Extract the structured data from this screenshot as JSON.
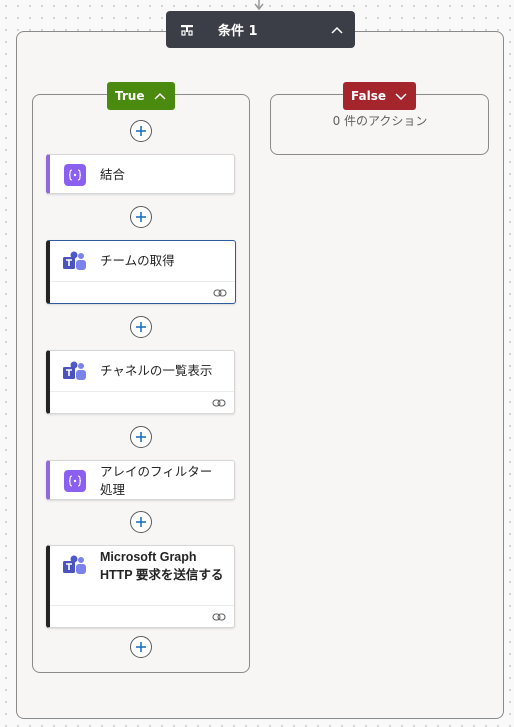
{
  "condition": {
    "title": "条件 1"
  },
  "true_branch": {
    "label": "True",
    "actions": [
      {
        "title": "結合",
        "connector": "data-operation"
      },
      {
        "title": "チームの取得",
        "connector": "teams"
      },
      {
        "title": "チャネルの一覧表示",
        "connector": "teams"
      },
      {
        "title": "アレイのフィルター処理",
        "connector": "data-operation"
      },
      {
        "title": "Microsoft Graph HTTP 要求を送信する",
        "connector": "teams"
      }
    ]
  },
  "false_branch": {
    "label": "False",
    "empty_text": "0 件のアクション"
  },
  "colors": {
    "condition_header": "#3b3e47",
    "true": "#4a8a0f",
    "false": "#a4262c",
    "data_operation": "#8b5ff0",
    "teams": "#5059c9",
    "selected_border": "#2f5a9e"
  }
}
